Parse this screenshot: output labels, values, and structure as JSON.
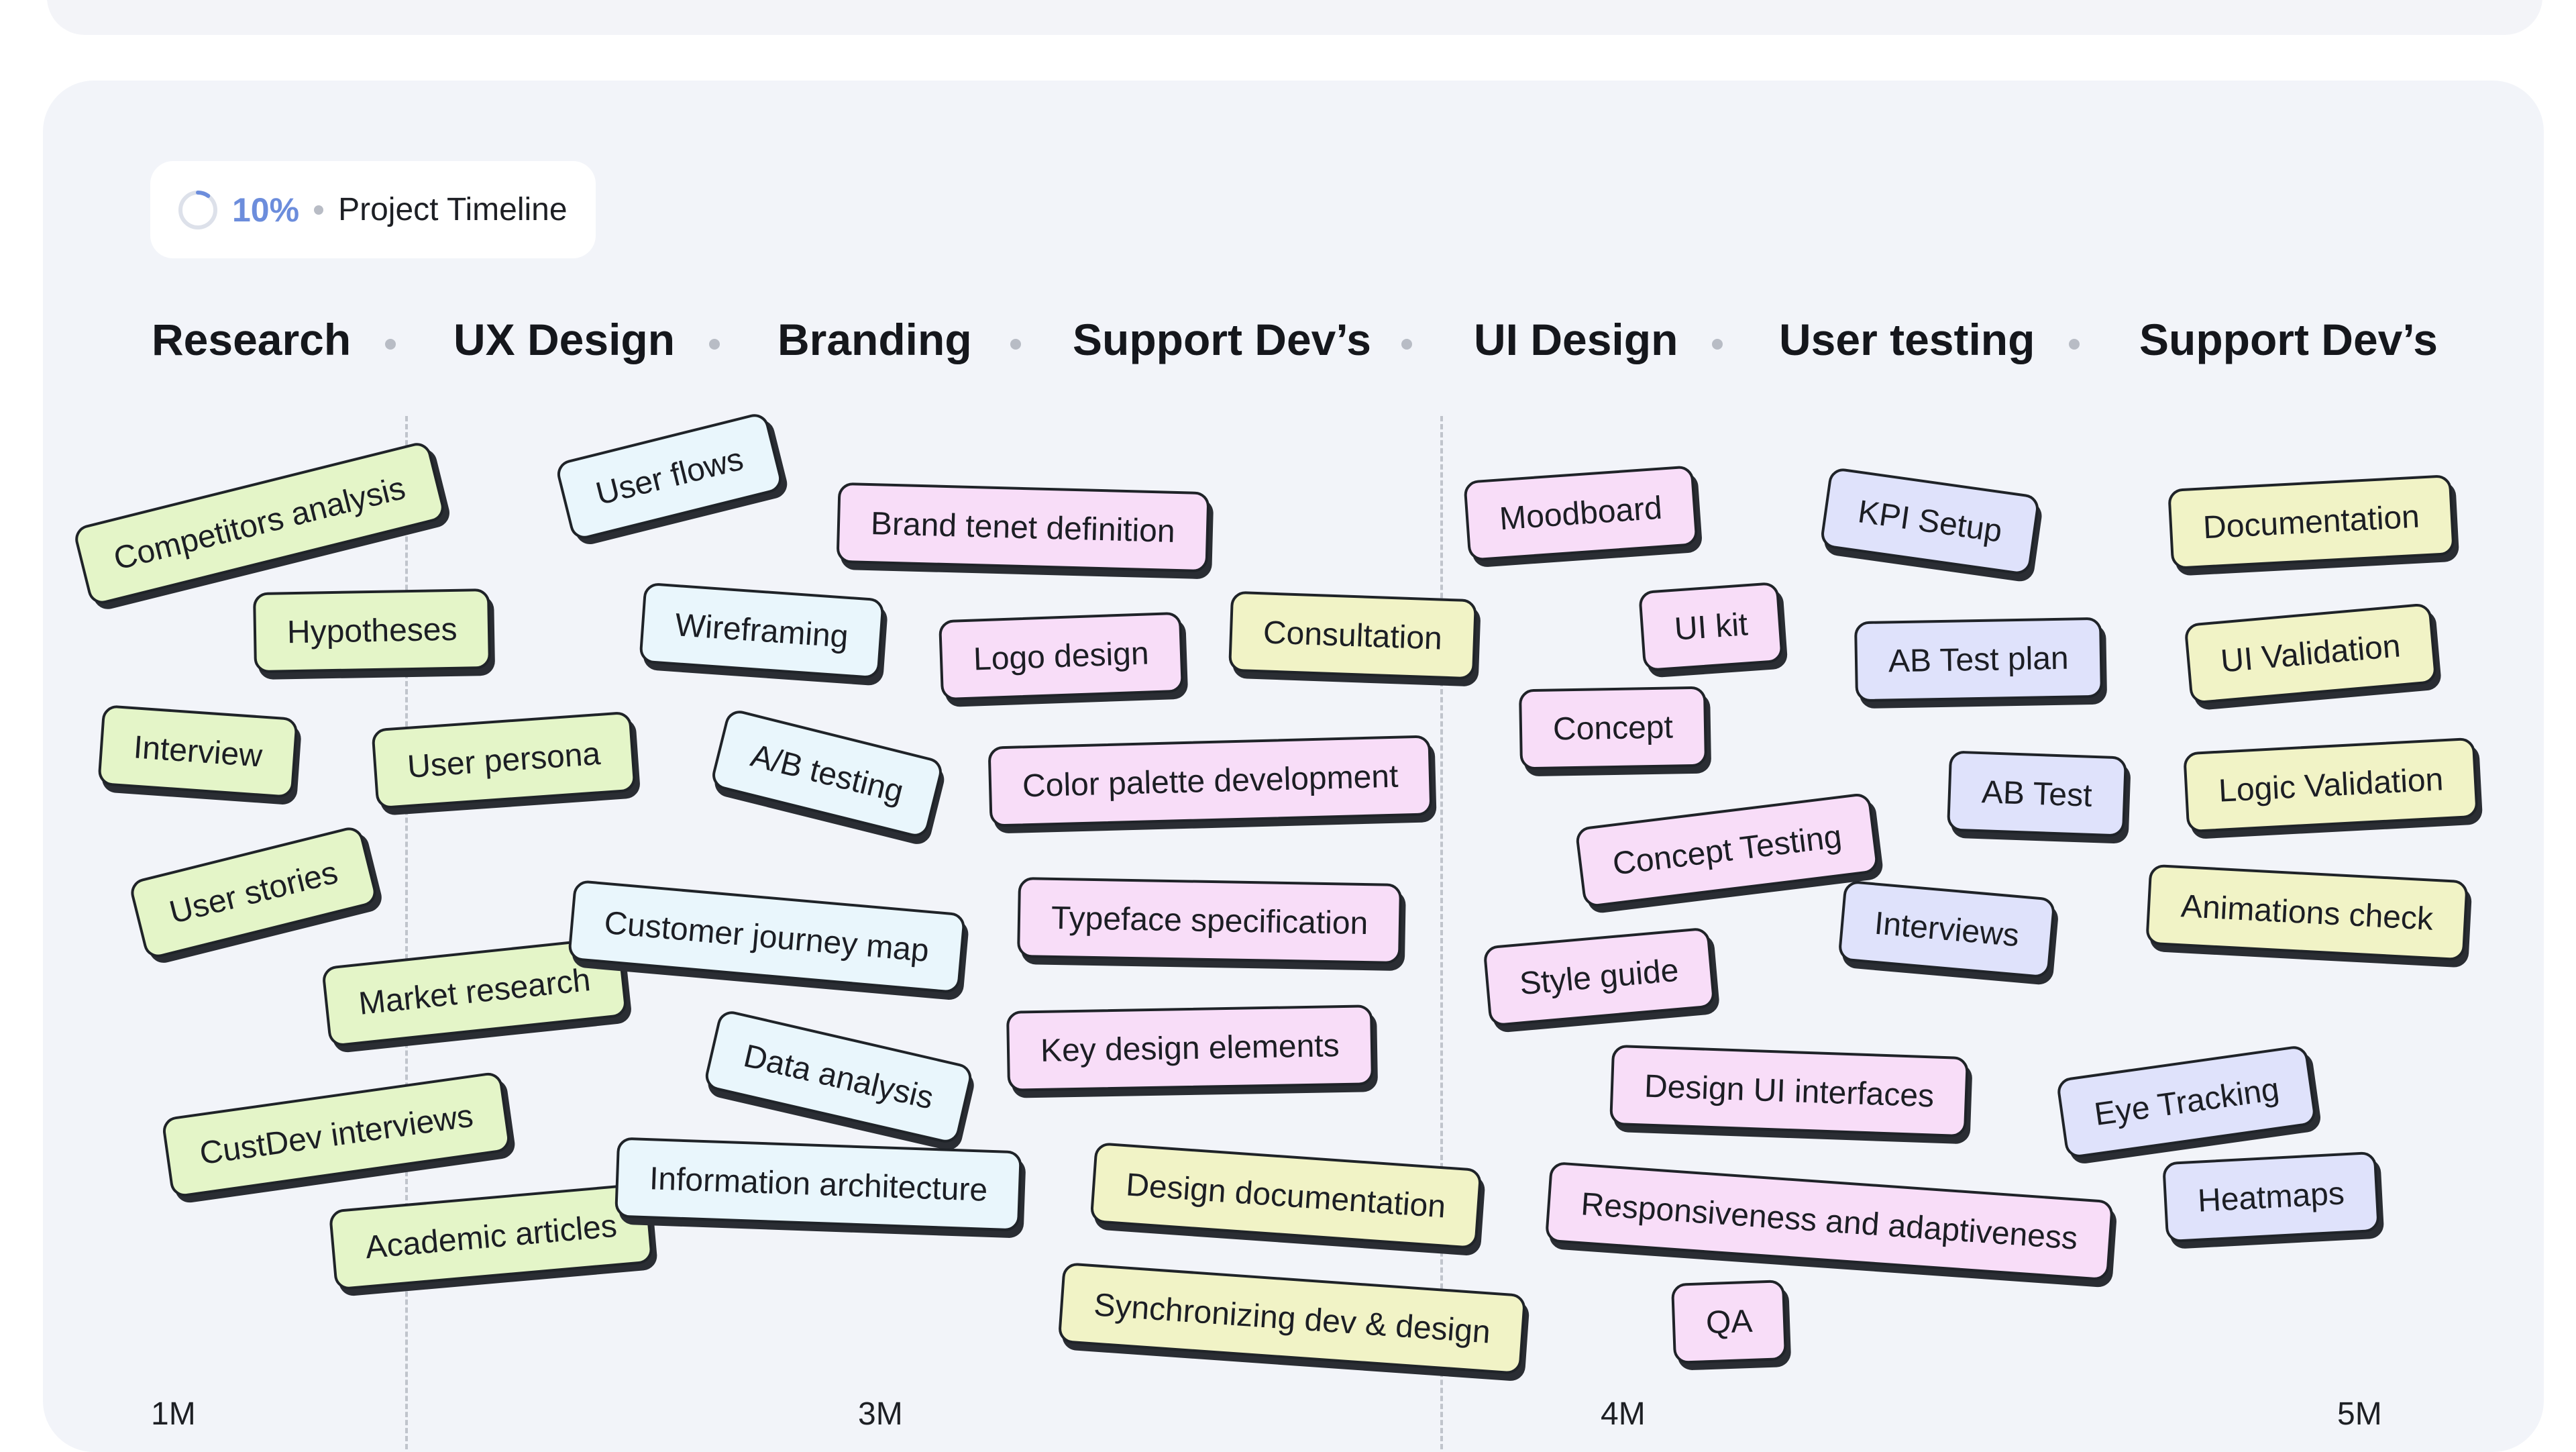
{
  "header": {
    "progress_percent": 10,
    "progress_label": "10%",
    "title": "Project Timeline"
  },
  "colors": {
    "accent": "#6c8ddc",
    "ring_track": "#dde1ea",
    "research": "#e4f5c8",
    "ux": "#e9f6fc",
    "branding": "#f8ddf8",
    "support": "#f1f3c6",
    "testing": "#dfe2fb"
  },
  "phases": [
    "Research",
    "UX Design",
    "Branding",
    "Support Dev’s",
    "UI Design",
    "User testing",
    "Support Dev’s"
  ],
  "axis": [
    "1M",
    "3M",
    "4M",
    "5M"
  ],
  "tasks": [
    "Competitors analysis",
    "Hypotheses",
    "Interview",
    "User persona",
    "User stories",
    "Market research",
    "CustDev interviews",
    "Academic articles",
    "User flows",
    "Wireframing",
    "A/B testing",
    "Customer journey map",
    "Data analysis",
    "Information architecture",
    "Brand tenet definition",
    "Logo design",
    "Color palette development",
    "Typeface specification",
    "Key design elements",
    "Consultation",
    "Design documentation",
    "Synchronizing dev & design",
    "Moodboard",
    "UI kit",
    "Concept",
    "Concept Testing",
    "Style guide",
    "Design UI interfaces",
    "Responsiveness and adaptiveness",
    "QA",
    "KPI Setup",
    "AB Test plan",
    "AB Test",
    "Interviews",
    "Eye Tracking",
    "Heatmaps",
    "Documentation",
    "UI Validation",
    "Logic Validation",
    "Animations check"
  ]
}
